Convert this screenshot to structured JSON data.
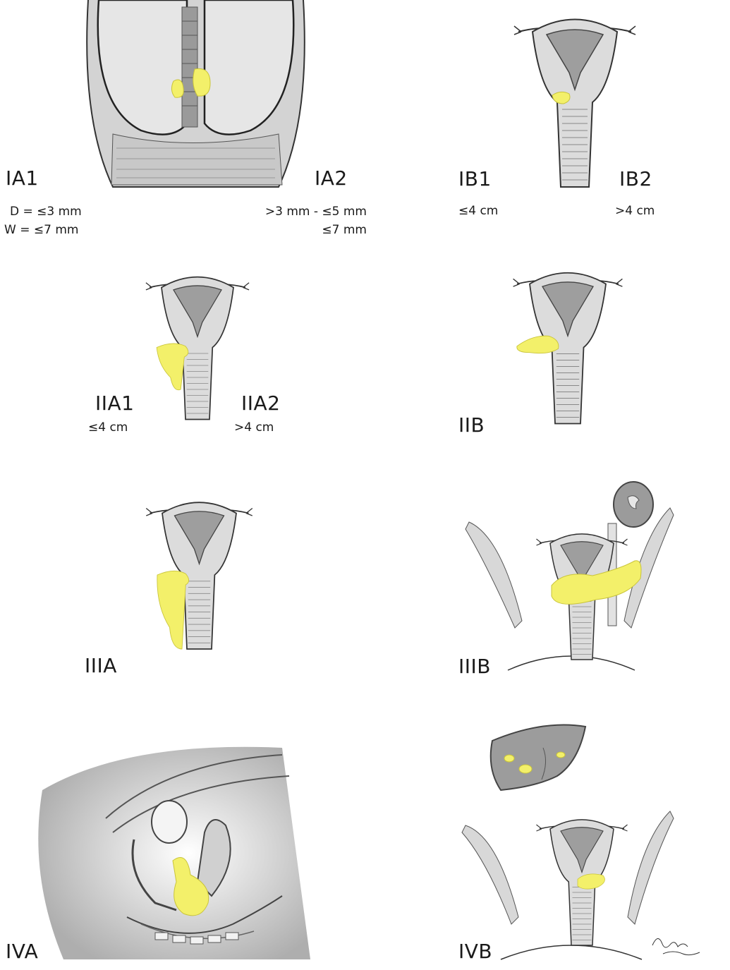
{
  "colors": {
    "tumor": "#f3f06a",
    "tissue": "#d9d9d9",
    "tissue_light": "#ececec",
    "outline": "#333333"
  },
  "stages": {
    "ia1": {
      "label": "IA1",
      "line1": "D = ≤3 mm",
      "line2": "W = ≤7 mm"
    },
    "ia2": {
      "label": "IA2",
      "line1": ">3 mm - ≤5 mm",
      "line2": "≤7 mm"
    },
    "ib1": {
      "label": "IB1",
      "line1": "≤4 cm"
    },
    "ib2": {
      "label": "IB2",
      "line1": ">4 cm"
    },
    "iia1": {
      "label": "IIA1",
      "line1": "≤4 cm"
    },
    "iia2": {
      "label": "IIA2",
      "line1": ">4 cm"
    },
    "iib": {
      "label": "IIB"
    },
    "iiia": {
      "label": "IIIA"
    },
    "iiib": {
      "label": "IIIB"
    },
    "iva": {
      "label": "IVA"
    },
    "ivb": {
      "label": "IVB"
    }
  }
}
